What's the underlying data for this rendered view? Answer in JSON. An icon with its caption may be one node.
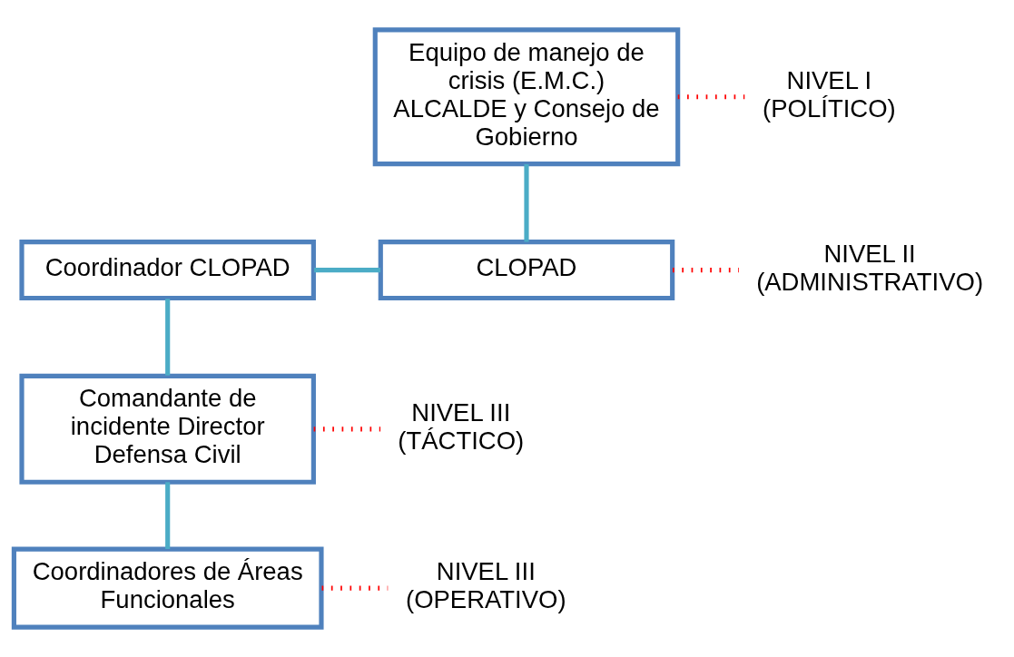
{
  "diagram": {
    "nodes": [
      {
        "text": [
          "Equipo de manejo de crisis (E.M.C.) ALCALDE y Consejo de Gobierno"
        ]
      },
      {
        "text": [
          "CLOPAD"
        ]
      },
      {
        "text": [
          "Coordinador CLOPAD"
        ]
      },
      {
        "text": [
          "Comandante de incidente Director Defensa Civil"
        ]
      },
      {
        "text": [
          "Coordinadores de Áreas Funcionales"
        ]
      },
      {
        "text": [
          "NIVEL I (POLÍTICO)"
        ]
      },
      {
        "text": [
          "NIVEL II (ADMINISTRATIVO)"
        ]
      },
      {
        "text": [
          "NIVEL III (TÁCTICO)"
        ]
      },
      {
        "text": [
          "NIVEL III (OPERATIVO)"
        ]
      }
    ],
    "edges": [
      {
        "from": 0,
        "to": 1,
        "arrow": "none"
      },
      {
        "from": 2,
        "to": 1,
        "arrow": "none"
      },
      {
        "from": 2,
        "to": 3,
        "arrow": "none"
      },
      {
        "from": 3,
        "to": 4,
        "arrow": "none"
      },
      {
        "from": 0,
        "to": 5,
        "arrow": "none",
        "style": "dashed",
        "color": "#ff0000"
      },
      {
        "from": 1,
        "to": 6,
        "arrow": "none",
        "style": "dashed",
        "color": "#ff0000"
      },
      {
        "from": 3,
        "to": 7,
        "arrow": "none",
        "style": "dashed",
        "color": "#ff0000"
      },
      {
        "from": 4,
        "to": 8,
        "arrow": "none",
        "style": "dashed",
        "color": "#ff0000"
      }
    ]
  }
}
